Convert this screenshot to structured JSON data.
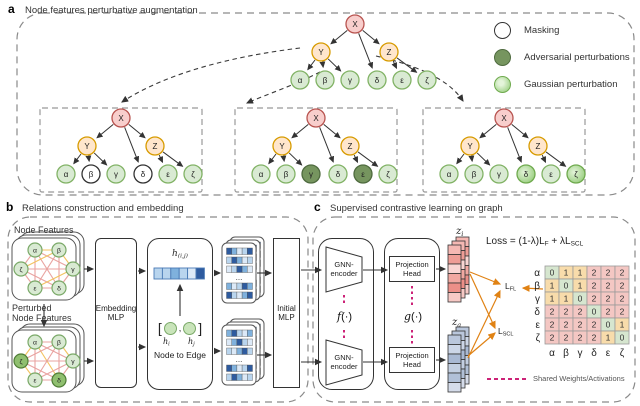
{
  "panels": {
    "a": {
      "tag": "a",
      "title": "Node features perturbative augmentation"
    },
    "b": {
      "tag": "b",
      "title": "Relations construction and embedding"
    },
    "c": {
      "tag": "c",
      "title": "Supervised contrastive learning on graph"
    }
  },
  "legend": {
    "items": [
      {
        "label": "Masking",
        "type": "masked"
      },
      {
        "label": "Adversarial perturbations",
        "type": "adversarial"
      },
      {
        "label": "Gaussian perturbation",
        "type": "gaussian"
      }
    ]
  },
  "tree": {
    "root": "X",
    "left": "Y",
    "right": "Z",
    "leaves": [
      "α",
      "β",
      "γ",
      "δ",
      "ε",
      "ζ"
    ]
  },
  "trees": {
    "top": {
      "types": [
        "n",
        "n",
        "n",
        "n",
        "n",
        "n"
      ]
    },
    "masking": {
      "types": [
        "n",
        "m",
        "n",
        "m",
        "n",
        "n"
      ]
    },
    "adversarial": {
      "types": [
        "n",
        "n",
        "a",
        "n",
        "a",
        "n"
      ]
    },
    "gaussian": {
      "types": [
        "n",
        "n",
        "n",
        "g",
        "n",
        "g"
      ]
    }
  },
  "panel_b": {
    "node_features_label": "Node Features",
    "perturbed_line1": "Perturbed",
    "perturbed_line2": "Node Features",
    "embedding_line1": "Embedding",
    "embedding_line2": "MLP",
    "initial_line1": "Initial",
    "initial_line2": "MLP",
    "node_to_edge": "Node to Edge",
    "ellipsis": "...",
    "h_ij": {
      "base": "h",
      "sub": "(i,j)"
    },
    "h_i": {
      "base": "h",
      "sub": "i"
    },
    "h_j": {
      "base": "h",
      "sub": "j"
    },
    "comma": ",",
    "bracket_open": "[",
    "bracket_close": "]",
    "graph_nodes": [
      "α",
      "β",
      "ζ",
      "γ",
      "ε",
      "δ"
    ],
    "perturbed_idx": [
      2,
      5
    ],
    "g1_yellow": [
      [
        0,
        1
      ],
      [
        1,
        3
      ],
      [
        2,
        1
      ],
      [
        4,
        3
      ]
    ],
    "g2_yellow": [
      [
        2,
        0
      ],
      [
        1,
        3
      ],
      [
        2,
        4
      ],
      [
        0,
        5
      ]
    ],
    "h_bar": [
      1,
      1,
      2,
      1,
      0,
      3
    ],
    "stack_top": [
      [
        3,
        2,
        0,
        1,
        3
      ],
      [
        1,
        3,
        2,
        0,
        1
      ],
      [
        0,
        1,
        3,
        2,
        0
      ],
      [
        2,
        0,
        1,
        3,
        2
      ],
      [
        3,
        1,
        0,
        2,
        3
      ]
    ],
    "stack_bottom": [
      [
        2,
        3,
        1,
        0,
        2
      ],
      [
        0,
        2,
        3,
        1,
        0
      ],
      [
        1,
        0,
        2,
        3,
        1
      ],
      [
        3,
        2,
        0,
        1,
        3
      ],
      [
        1,
        3,
        2,
        0,
        1
      ]
    ]
  },
  "panel_c": {
    "gnn_line1": "GNN-",
    "gnn_line2": "encoder",
    "proj_line1": "Projection",
    "proj_line2": "Head",
    "f": {
      "func": "f",
      "args": "(·)"
    },
    "g": {
      "func": "g",
      "args": "(·)"
    },
    "z_i": {
      "base": "z",
      "sub": "i"
    },
    "z_a": {
      "base": "z",
      "sub": "a"
    },
    "loss": {
      "p1": "Loss = (1-λ)L",
      "s1": "F",
      "p2": " + λL",
      "s2": "SCL"
    },
    "l_fl": {
      "base": "L",
      "sub": "FL"
    },
    "l_scl": {
      "base": "L",
      "sub": "SCL"
    },
    "shared_label": "Shared Weights/Activations",
    "matrix": {
      "row_labels": [
        "α",
        "β",
        "γ",
        "δ",
        "ε",
        "ζ"
      ],
      "col_labels": [
        "α",
        "β",
        "γ",
        "δ",
        "ε",
        "ζ"
      ],
      "values": [
        [
          0,
          1,
          1,
          2,
          2,
          2
        ],
        [
          1,
          0,
          1,
          2,
          2,
          2
        ],
        [
          1,
          1,
          0,
          2,
          2,
          2
        ],
        [
          2,
          2,
          2,
          0,
          2,
          2
        ],
        [
          2,
          2,
          2,
          2,
          0,
          1
        ],
        [
          2,
          2,
          2,
          2,
          1,
          0
        ]
      ]
    }
  },
  "colors": {
    "x_fill": "#f8cecc",
    "x_stroke": "#b85450",
    "yz_fill": "#ffe6cc",
    "yz_stroke": "#d79b00",
    "leaf_fill": "#d9ead3",
    "leaf_stroke": "#82b366",
    "masked_fill": "#ffffff",
    "masked_stroke": "#333333",
    "adv_fill": "#76955f",
    "adv_stroke": "#4f6b3f",
    "gauss_center": "#e4f4da",
    "gauss_fill": "#8fc973",
    "gauss_stroke": "#6faa4e",
    "pert_fill": "#8fbf6f",
    "pert_stroke": "#4f7d36",
    "edge_pink": "#e9a3a0",
    "edge_yellow": "#f3c35f",
    "shared": "#cc2277",
    "orange": "#e08214",
    "bar_palette": [
      "#dce9f7",
      "#b9d5ee",
      "#7fb1dd",
      "#2e5b9f"
    ],
    "cell_colors": {
      "0": "#d6e6cf",
      "1": "#f8dcab",
      "2": "#f4c7c3"
    },
    "zi_cells": [
      "#f5b8b3",
      "#ee9d96",
      "#f9d6d3",
      "#f1a8a1",
      "#ec8f88",
      "#f7c9c5"
    ],
    "za_cells": [
      "#bac7dc",
      "#ccd6e7",
      "#a9b9d3",
      "#c3cfe1",
      "#b1c0d7",
      "#d5dcea"
    ]
  }
}
